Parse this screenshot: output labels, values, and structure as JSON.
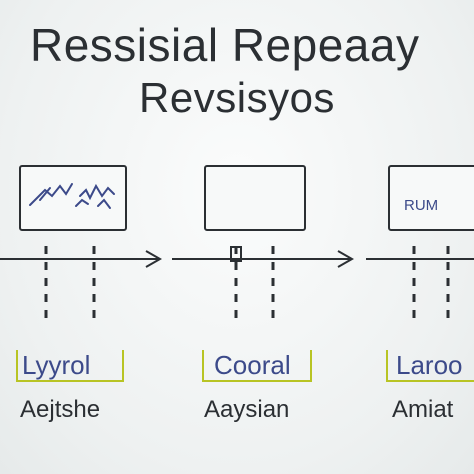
{
  "title": {
    "line1": "Ressisial Repeaay",
    "line2": "Revsisyos"
  },
  "stages": [
    {
      "box_text": "",
      "label_top": "Lyyrol",
      "label_bottom": "Aejtshe"
    },
    {
      "box_text": "",
      "label_top": "Cooral",
      "label_bottom": "Aaysian"
    },
    {
      "box_text": "RUM",
      "label_top": "Laroo",
      "label_bottom": "Amiat"
    }
  ],
  "colors": {
    "ink": "#2b2f33",
    "accent_blue": "#3c4a8a",
    "accent_yellow": "#b8c424",
    "box_fill": "#f7f9f9"
  }
}
